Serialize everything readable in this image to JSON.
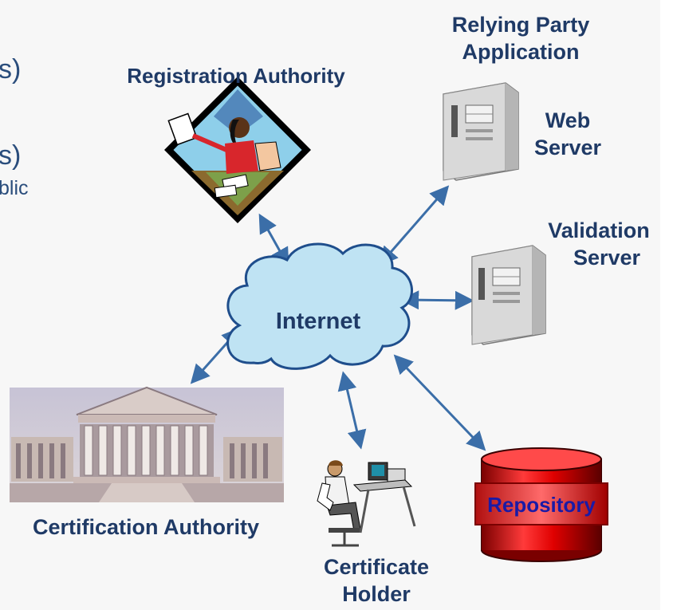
{
  "left_fragments": [
    "s)",
    "s)",
    "blic"
  ],
  "nodes": {
    "registration_authority": "Registration Authority",
    "relying_party_line1": "Relying Party",
    "relying_party_line2": "Application",
    "web_server_line1": "Web",
    "web_server_line2": "Server",
    "validation_server_line1": "Validation",
    "validation_server_line2": "Server",
    "internet": "Internet",
    "certification_authority": "Certification Authority",
    "certificate_holder_line1": "Certificate",
    "certificate_holder_line2": "Holder",
    "repository": "Repository"
  },
  "colors": {
    "label_text": "#1f3a66",
    "cloud_fill": "#bfe3f3",
    "cloud_stroke": "#1f4e8c",
    "arrow": "#3b6ea8",
    "repository_red": "#cc0000",
    "repository_text": "#1a1aa6"
  }
}
